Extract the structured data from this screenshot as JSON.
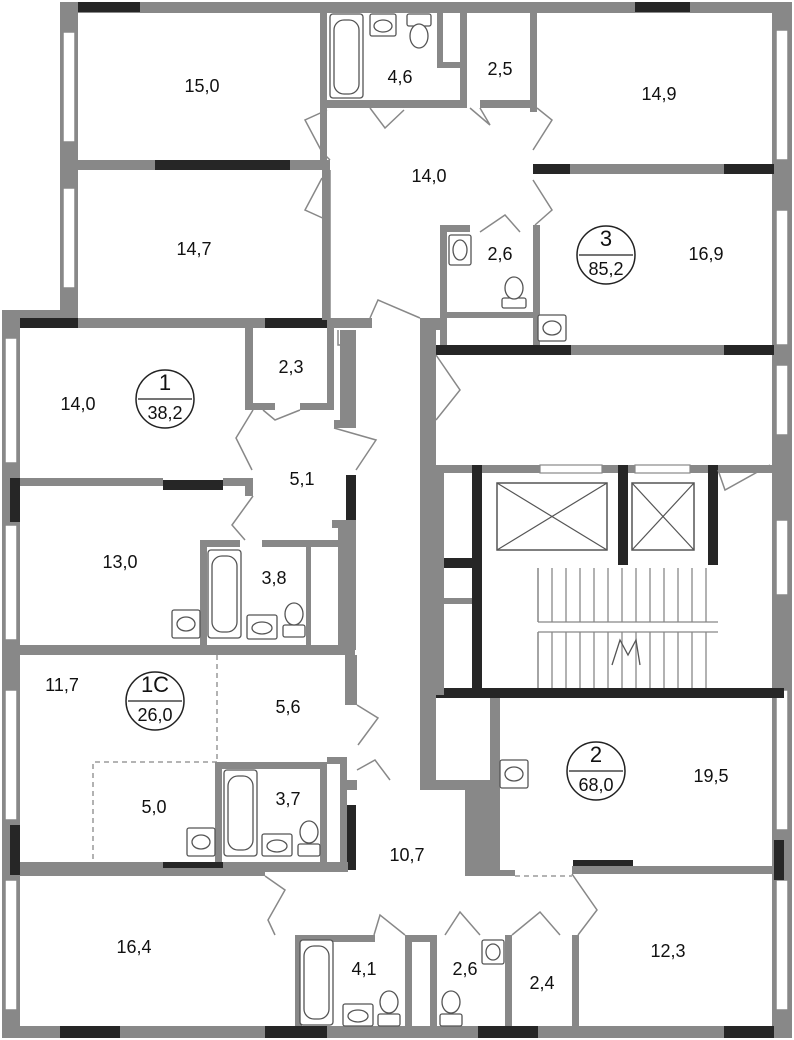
{
  "apartments": [
    {
      "number": "1",
      "area": "38,2"
    },
    {
      "number": "1C",
      "area": "26,0"
    },
    {
      "number": "2",
      "area": "68,0"
    },
    {
      "number": "3",
      "area": "85,2"
    }
  ],
  "rooms": [
    "15,0",
    "4,6",
    "2,5",
    "14,9",
    "14,0",
    "14,7",
    "2,6",
    "16,9",
    "14,0",
    "2,3",
    "5,1",
    "13,0",
    "3,8",
    "11,7",
    "5,6",
    "5,0",
    "3,7",
    "10,7",
    "19,5",
    "16,4",
    "4,1",
    "2,6",
    "2,4",
    "12,3"
  ]
}
